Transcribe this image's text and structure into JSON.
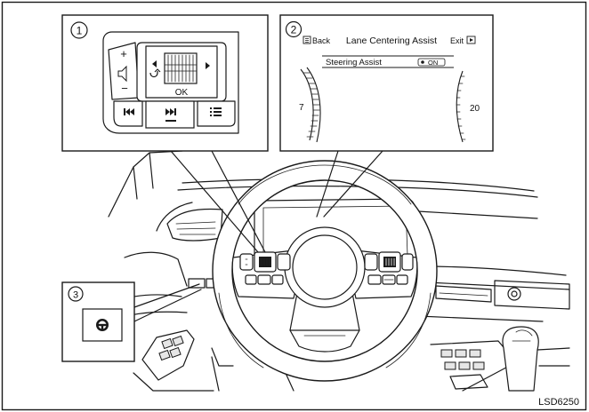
{
  "figure_code": "LSD6250",
  "callouts": [
    "1",
    "2",
    "3"
  ],
  "display": {
    "back_label": "Back",
    "title": "Lane Centering Assist",
    "exit_label": "Exit",
    "menu_item_label": "Steering Assist",
    "menu_item_state": "ON",
    "gauge_left_value": "7",
    "gauge_right_value": "20"
  },
  "switch_panel": {
    "ok_label": "OK",
    "plus_label": "+",
    "minus_label": "−"
  },
  "icons": [
    "volume-icon",
    "back-arrow-icon",
    "right-arrow-icon",
    "left-arrow-icon",
    "previous-track-icon",
    "next-track-icon",
    "menu-list-icon",
    "steering-assist-icon"
  ]
}
